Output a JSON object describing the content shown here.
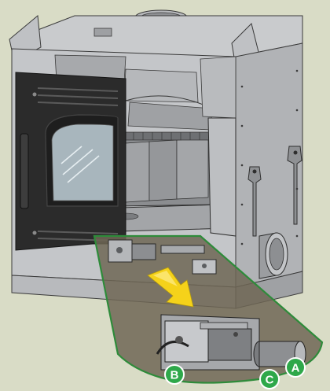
{
  "callouts": [
    {
      "label": "A"
    },
    {
      "label": "B"
    },
    {
      "label": "C"
    }
  ],
  "colors": {
    "background": "#d9dcc6",
    "metal_light": "#c9cbcd",
    "metal_mid": "#a9abae",
    "metal_dark": "#6f7174",
    "door_black": "#2b2b2b",
    "cutaway_zone": "#6e6655",
    "zone_outline": "#2e8b3a",
    "callout_green": "#2ea84a",
    "arrow_yellow": "#f5d21a"
  },
  "icons": {
    "airflow_arrow": "yellow-arrow-icon",
    "callout_marker": "green-circle-letter-icon"
  }
}
